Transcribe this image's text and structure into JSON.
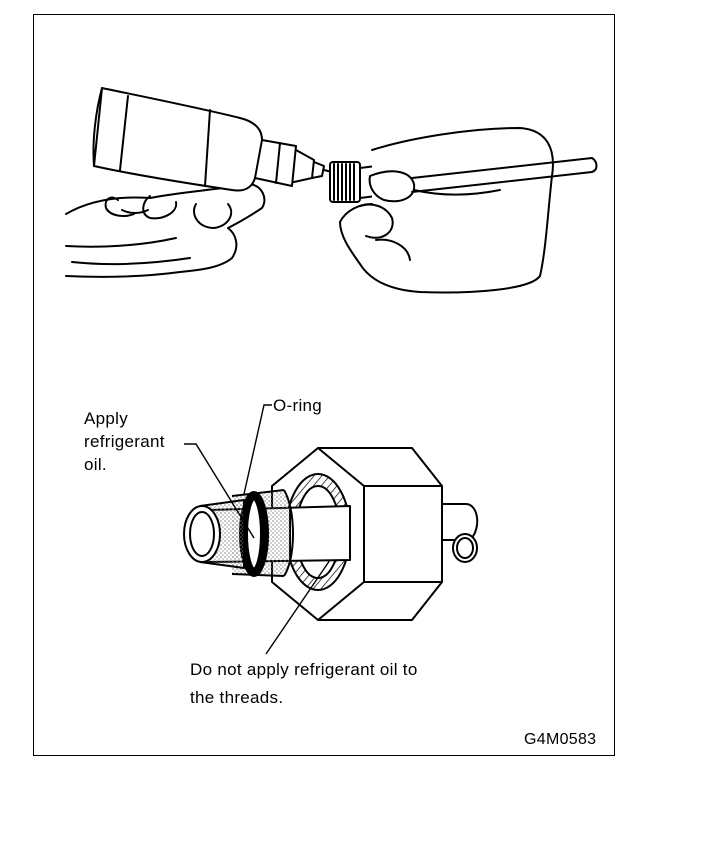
{
  "labels": {
    "apply_oil": [
      "Apply",
      "refrigerant",
      "oil."
    ],
    "o_ring": "O-ring",
    "no_oil_threads": [
      "Do not apply refrigerant oil to",
      "the threads."
    ],
    "figure_code": "G4M0583"
  },
  "colors": {
    "ink": "#000000",
    "paper": "#ffffff",
    "oil_dots": "#7a7a7a"
  }
}
